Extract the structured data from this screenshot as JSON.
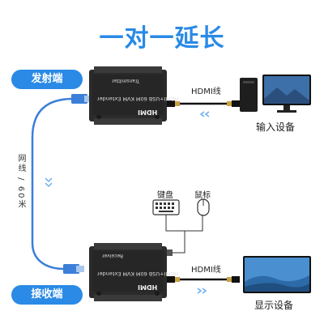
{
  "title": "一对一延长",
  "transmitter": {
    "tag": "发射端",
    "model_text": "HDMI+USB 60M KVM Extender",
    "role_text": "Transmitter",
    "logo_text": "HDMI"
  },
  "receiver": {
    "tag": "接收端",
    "model_text": "HDMI+USB 60M KVM Extender",
    "role_text": "Receiver",
    "logo_text": "HDMI"
  },
  "cable": {
    "label": "网线 / 60米"
  },
  "input_device": {
    "cable_label": "HDMI线",
    "label": "输入设备"
  },
  "display_device": {
    "cable_label": "HDMI线",
    "label": "显示设备"
  },
  "peripherals": {
    "keyboard_label": "键盘",
    "mouse_label": "鼠标"
  },
  "colors": {
    "accent": "#2a8ae6",
    "cable_blue": "#3b7fd9",
    "device_dark": "#2b2b2b"
  }
}
